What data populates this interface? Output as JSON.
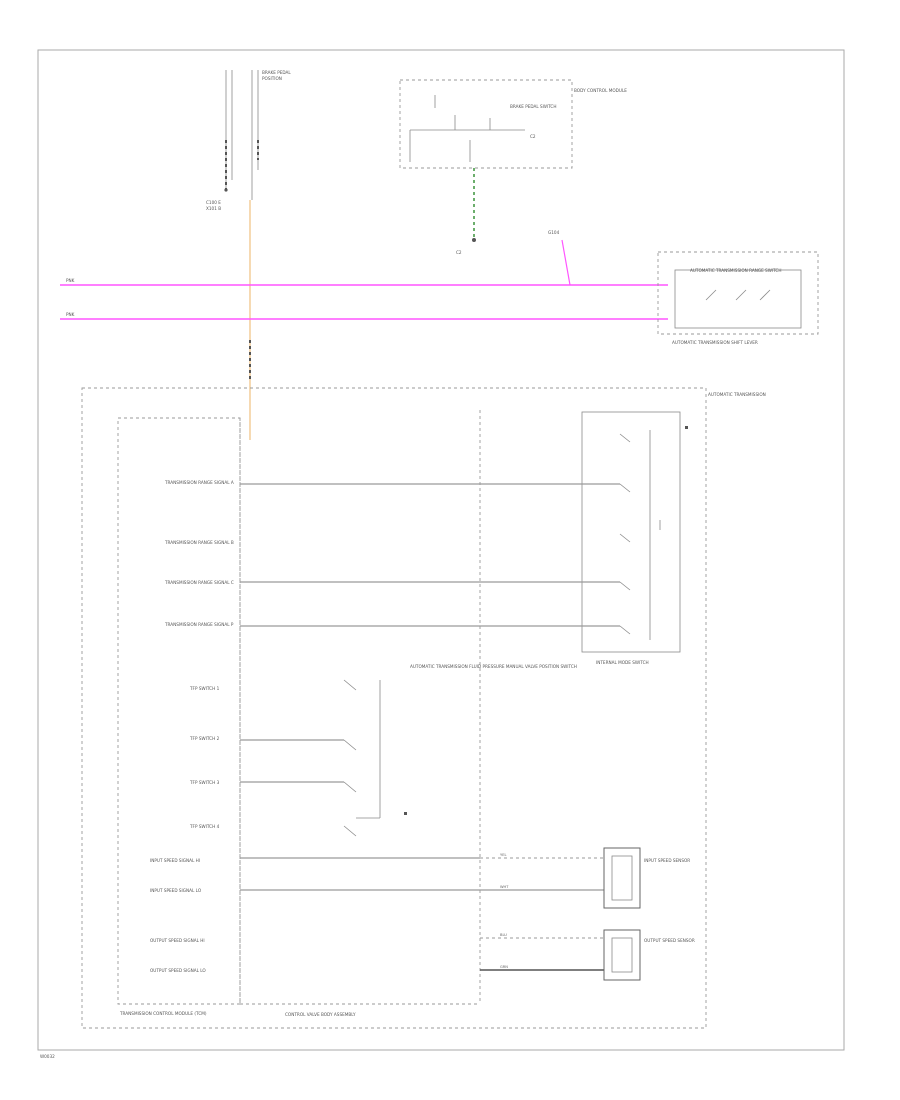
{
  "diagram": {
    "footer_id": "W0032",
    "colors": {
      "pink_wire": "#ff55ff",
      "orange_wire": "#f0c080",
      "green_wire": "#2e8b2e",
      "line_gray": "#9a9a9a",
      "border": "#aaaaaa"
    },
    "labels": {
      "top_wire_label_a": "BRAKE PEDAL",
      "top_wire_label_b": "POSITION",
      "top_connector_a": "C100 E",
      "top_connector_b": "X101 B",
      "brake_switch_box_title": "BODY CONTROL MODULE",
      "brake_switch_inner": "BRAKE PEDAL SWITCH",
      "brake_switch_inner2": "C2",
      "green_connector": "C2",
      "pink_line_1": "PNK",
      "pink_line_2": "PNK",
      "ground": "G104",
      "range_box_title": "AUTOMATIC TRANSMISSION RANGE SWITCH",
      "range_box_caption": "AUTOMATIC TRANSMISSION SHIFT LEVER",
      "transmission_label": "AUTOMATIC TRANSMISSION",
      "tcm_label": "TRANSMISSION CONTROL MODULE (TCM)",
      "control_valve_label": "CONTROL VALVE BODY ASSEMBLY",
      "internal_mode_label": "INTERNAL MODE SWITCH",
      "pressure_switch_label": "AUTOMATIC TRANSMISSION FLUID PRESSURE MANUAL VALVE POSITION SWITCH",
      "input_speed_label": "INPUT SPEED SENSOR",
      "output_speed_label": "OUTPUT SPEED SENSOR",
      "sig_a": "TRANSMISSION RANGE SIGNAL A",
      "sig_b": "TRANSMISSION RANGE SIGNAL B",
      "sig_c": "TRANSMISSION RANGE SIGNAL C",
      "sig_p": "TRANSMISSION RANGE SIGNAL P",
      "tfp_1": "TFP SWITCH 1",
      "tfp_2": "TFP SWITCH 2",
      "tfp_3": "TFP SWITCH 3",
      "tfp_4": "TFP SWITCH 4",
      "iss_hi": "INPUT SPEED SIGNAL HI",
      "iss_lo": "INPUT SPEED SIGNAL LO",
      "oss_hi": "OUTPUT SPEED SIGNAL HI",
      "oss_lo": "OUTPUT SPEED SIGNAL LO",
      "wire_ylw": "YEL",
      "wire_wht": "WHT",
      "wire_blu": "BLU",
      "wire_grn": "GRN"
    }
  }
}
